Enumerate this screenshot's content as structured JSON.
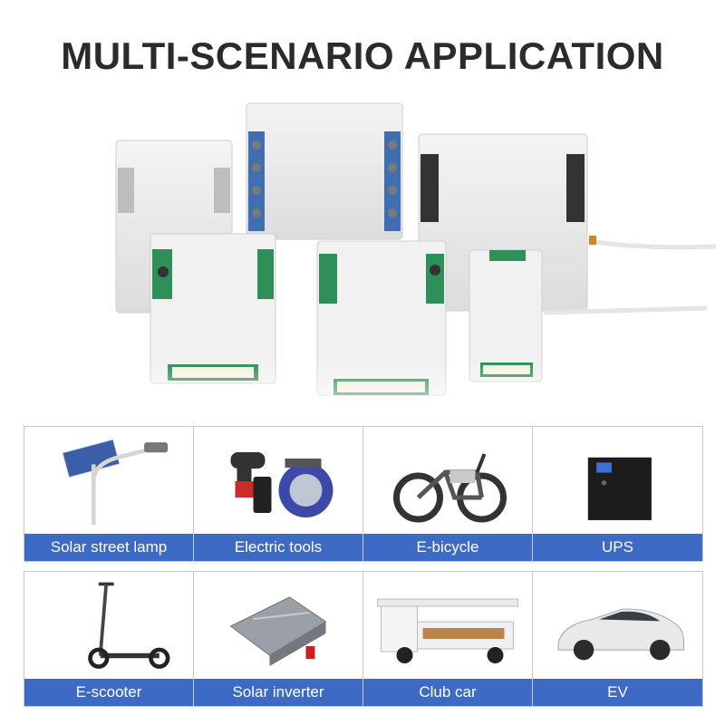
{
  "title": "MULTI-SCENARIO APPLICATION",
  "hero": {
    "image": "bms-protection-boards-product-photo"
  },
  "applications_row1": [
    {
      "label": "Solar street lamp",
      "icon": "solar-street-lamp-icon"
    },
    {
      "label": "Electric tools",
      "icon": "electric-tools-icon"
    },
    {
      "label": "E-bicycle",
      "icon": "e-bicycle-icon"
    },
    {
      "label": "UPS",
      "icon": "ups-icon"
    }
  ],
  "applications_row2": [
    {
      "label": "E-scooter",
      "icon": "e-scooter-icon"
    },
    {
      "label": "Solar inverter",
      "icon": "solar-inverter-icon"
    },
    {
      "label": "Club car",
      "icon": "club-car-icon"
    },
    {
      "label": "EV",
      "icon": "ev-car-icon"
    }
  ],
  "colors": {
    "label_bar": "#3d6ac4",
    "title": "#2b2b2b",
    "board": "#eeeeee",
    "pcb_green": "#2f8f58"
  }
}
